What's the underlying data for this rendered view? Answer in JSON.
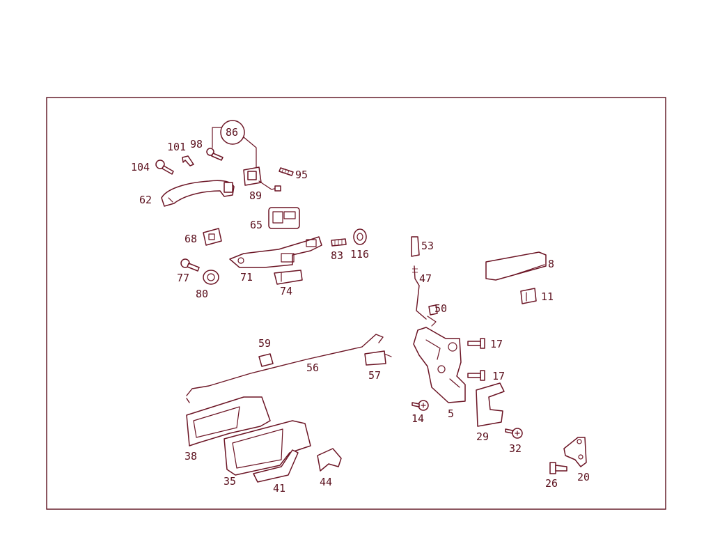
{
  "diagram": {
    "colors": {
      "line": "#6b1424",
      "frame": "#5a0f1c",
      "background": "#ffffff"
    },
    "labels": [
      {
        "id": "86",
        "text": "86"
      },
      {
        "id": "101",
        "text": "101"
      },
      {
        "id": "98",
        "text": "98"
      },
      {
        "id": "104",
        "text": "104"
      },
      {
        "id": "95",
        "text": "95"
      },
      {
        "id": "89",
        "text": "89"
      },
      {
        "id": "62",
        "text": "62"
      },
      {
        "id": "65",
        "text": "65"
      },
      {
        "id": "68",
        "text": "68"
      },
      {
        "id": "83",
        "text": "83"
      },
      {
        "id": "116",
        "text": "116"
      },
      {
        "id": "53",
        "text": "53"
      },
      {
        "id": "8",
        "text": "8"
      },
      {
        "id": "77",
        "text": "77"
      },
      {
        "id": "71",
        "text": "71"
      },
      {
        "id": "80",
        "text": "80"
      },
      {
        "id": "74",
        "text": "74"
      },
      {
        "id": "47",
        "text": "47"
      },
      {
        "id": "11",
        "text": "11"
      },
      {
        "id": "50",
        "text": "50"
      },
      {
        "id": "59",
        "text": "59"
      },
      {
        "id": "17a",
        "text": "17"
      },
      {
        "id": "56",
        "text": "56"
      },
      {
        "id": "57",
        "text": "57"
      },
      {
        "id": "17b",
        "text": "17"
      },
      {
        "id": "14",
        "text": "14"
      },
      {
        "id": "5",
        "text": "5"
      },
      {
        "id": "29",
        "text": "29"
      },
      {
        "id": "32",
        "text": "32"
      },
      {
        "id": "38",
        "text": "38"
      },
      {
        "id": "35",
        "text": "35"
      },
      {
        "id": "44",
        "text": "44"
      },
      {
        "id": "41",
        "text": "41"
      },
      {
        "id": "26",
        "text": "26"
      },
      {
        "id": "20",
        "text": "20"
      }
    ]
  }
}
